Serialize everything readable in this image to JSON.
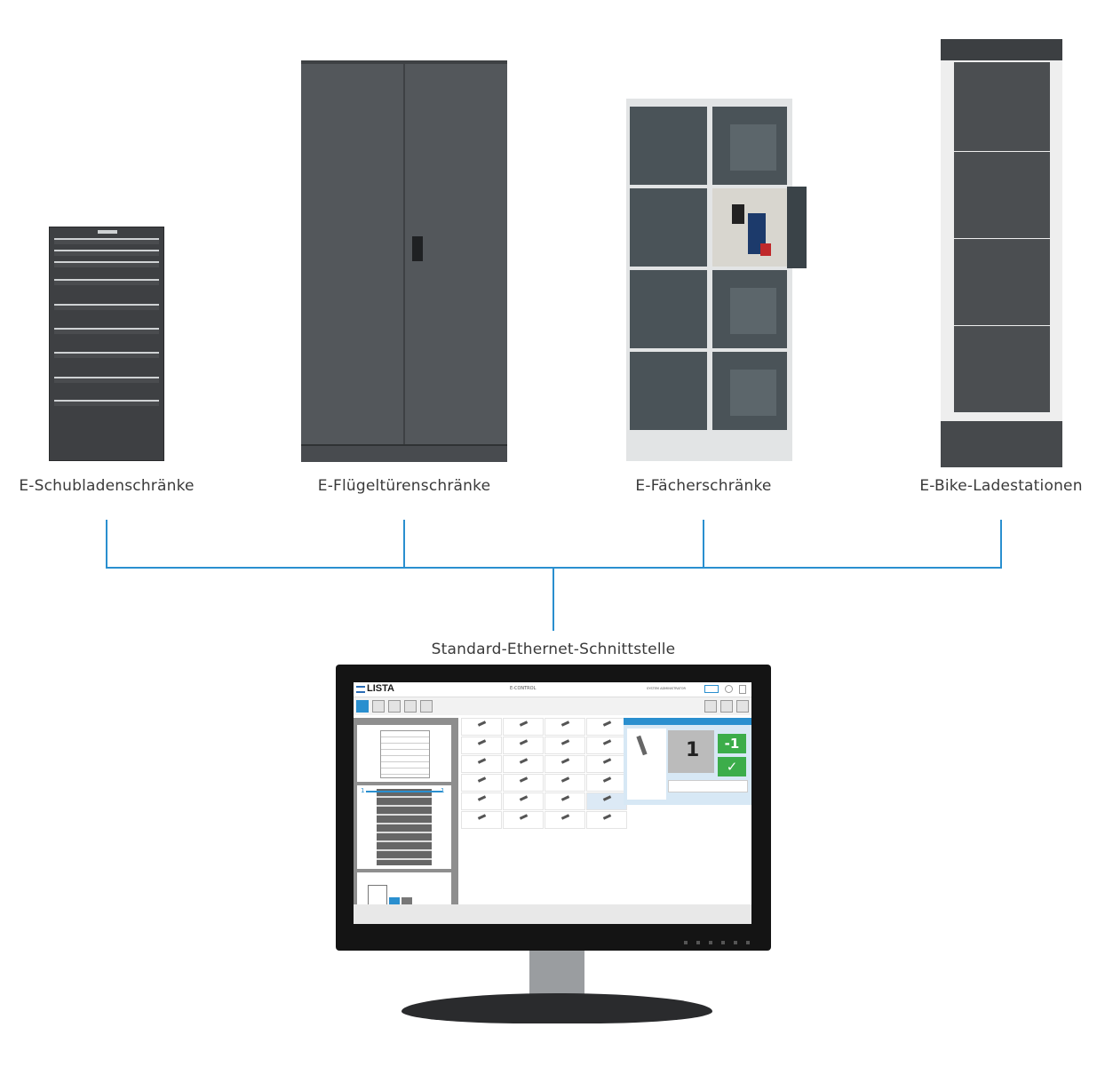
{
  "products": [
    {
      "label": "E-Schubladenschränke"
    },
    {
      "label": "E-Flügeltürenschränke"
    },
    {
      "label": "E-Fächerschränke"
    },
    {
      "label": "E-Bike-Ladestationen"
    }
  ],
  "interface_label": "Standard-Ethernet-Schnittstelle",
  "software": {
    "brand": "LISTA",
    "app_title": "E-CONTROL",
    "user": "SYSTEM ADMINISTRATOR",
    "quantity": "1",
    "minus_label": "-1",
    "confirm_glyph": "✓",
    "marker_left": "1",
    "marker_right": "1"
  },
  "colors": {
    "connector": "#2a8fcf",
    "accent_green": "#3cad4a",
    "accent_blue": "#2a8fcf"
  }
}
